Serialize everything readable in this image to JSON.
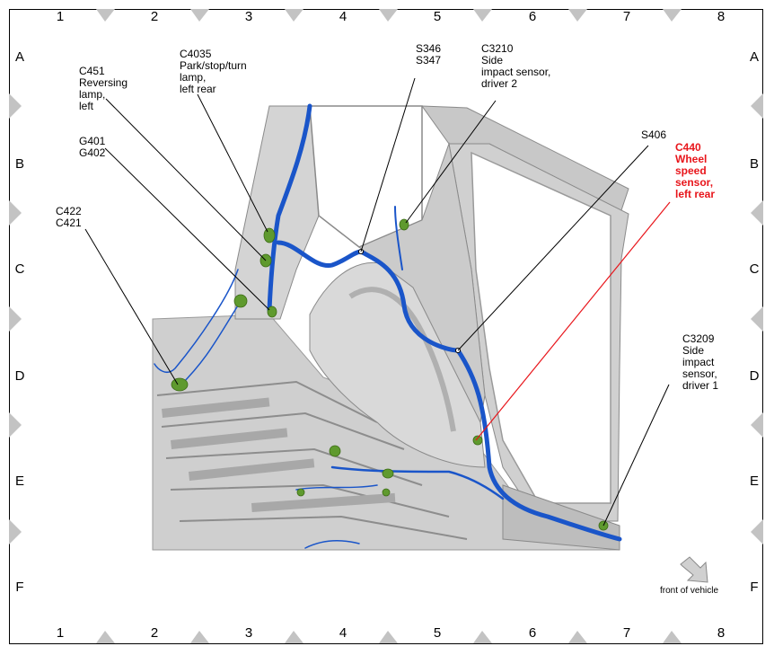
{
  "grid": {
    "columns": [
      "1",
      "2",
      "3",
      "4",
      "5",
      "6",
      "7",
      "8"
    ],
    "rows": [
      "A",
      "B",
      "C",
      "D",
      "E",
      "F"
    ]
  },
  "callouts": [
    {
      "id": "c451",
      "text": "C451\nReversing\nlamp,\nleft",
      "highlight": false
    },
    {
      "id": "c4035",
      "text": "C4035\nPark/stop/turn\nlamp,\nleft rear",
      "highlight": false
    },
    {
      "id": "s346",
      "text": "S346\nS347",
      "highlight": false
    },
    {
      "id": "c3210",
      "text": "C3210\nSide\nimpact sensor,\ndriver 2",
      "highlight": false
    },
    {
      "id": "g401",
      "text": "G401\nG402",
      "highlight": false
    },
    {
      "id": "s406",
      "text": "S406",
      "highlight": false
    },
    {
      "id": "c440",
      "text": "C440\nWheel\nspeed\nsensor,\nleft rear",
      "highlight": true
    },
    {
      "id": "c422",
      "text": "C422\nC421",
      "highlight": false
    },
    {
      "id": "c3209",
      "text": "C3209\nSide\nimpact\nsensor,\ndriver 1",
      "highlight": false
    }
  ],
  "orientation": {
    "label": "front of vehicle"
  },
  "colors": {
    "harness": "#1a55c9",
    "connector": "#5f9a2e",
    "body": "#c9c9c9",
    "leader_highlight": "#e8151b"
  }
}
